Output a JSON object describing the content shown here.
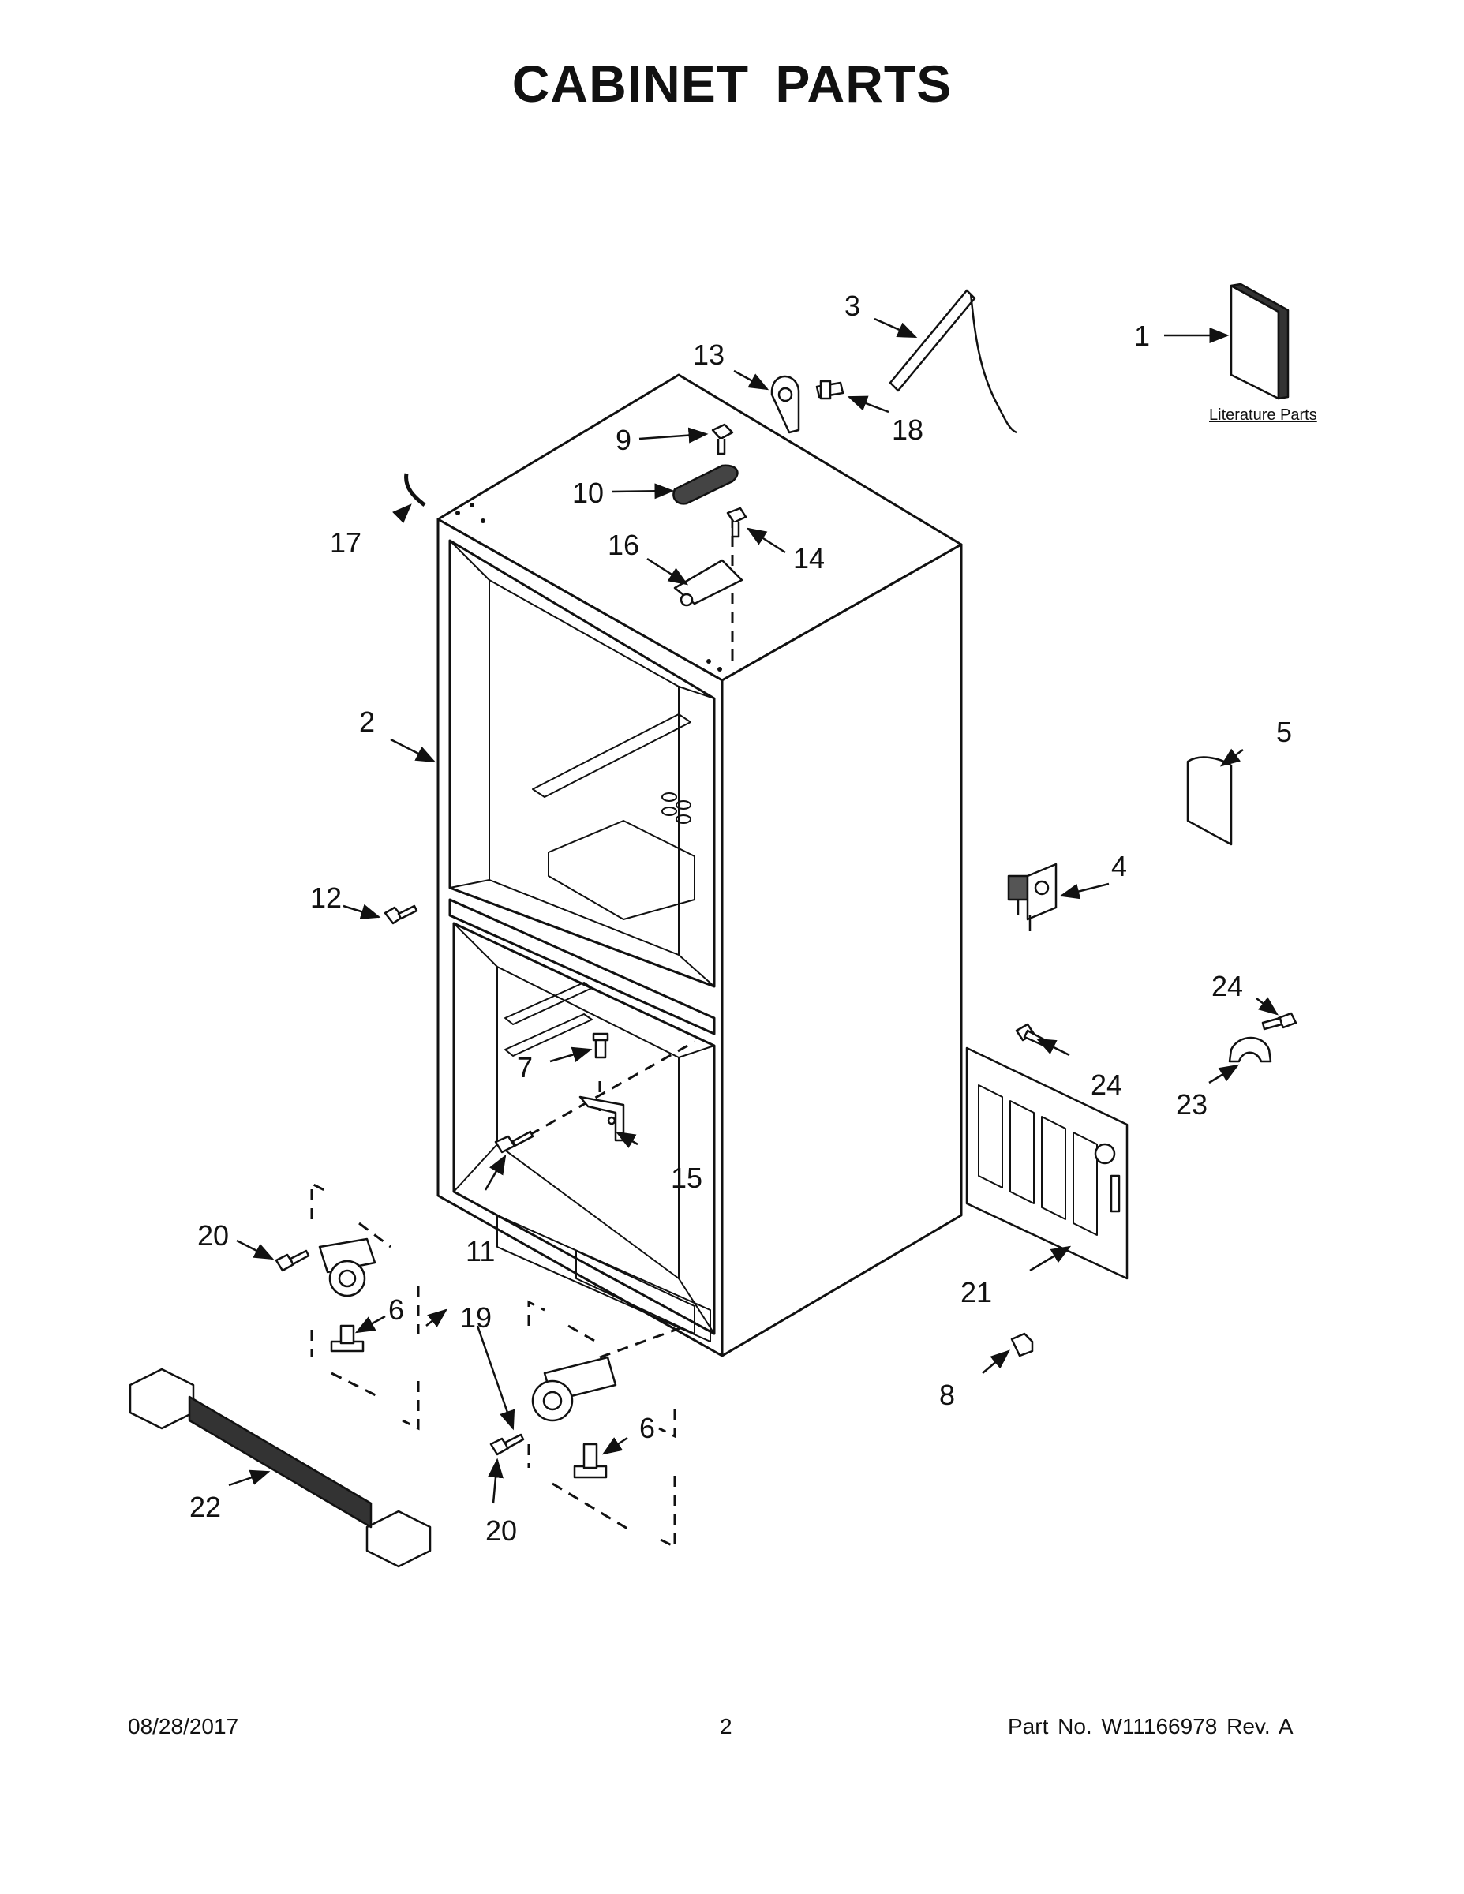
{
  "title": "CABINET PARTS",
  "literature_label": "Literature Parts",
  "callouts": [
    "1",
    "2",
    "3",
    "4",
    "5",
    "6",
    "6",
    "7",
    "8",
    "9",
    "10",
    "11",
    "12",
    "13",
    "14",
    "15",
    "16",
    "17",
    "18",
    "19",
    "20",
    "20",
    "21",
    "22",
    "23",
    "24",
    "24"
  ],
  "footer": {
    "date": "08/28/2017",
    "page": "2",
    "part_number": "Part No.  W11166978  Rev.  A"
  }
}
